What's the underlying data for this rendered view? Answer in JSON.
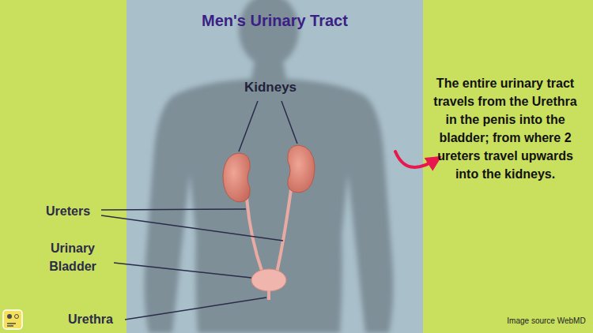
{
  "diagram": {
    "title": "Men's Urinary Tract",
    "labels": [
      "Kidneys",
      "Ureters",
      "Urinary Bladder",
      "Urethra",
      "The entire urinary tract travels from the Urethra in the penis into the bladder; from where 2 ureters travel upwards into the kidneys.",
      "Image source WebMD"
    ]
  }
}
